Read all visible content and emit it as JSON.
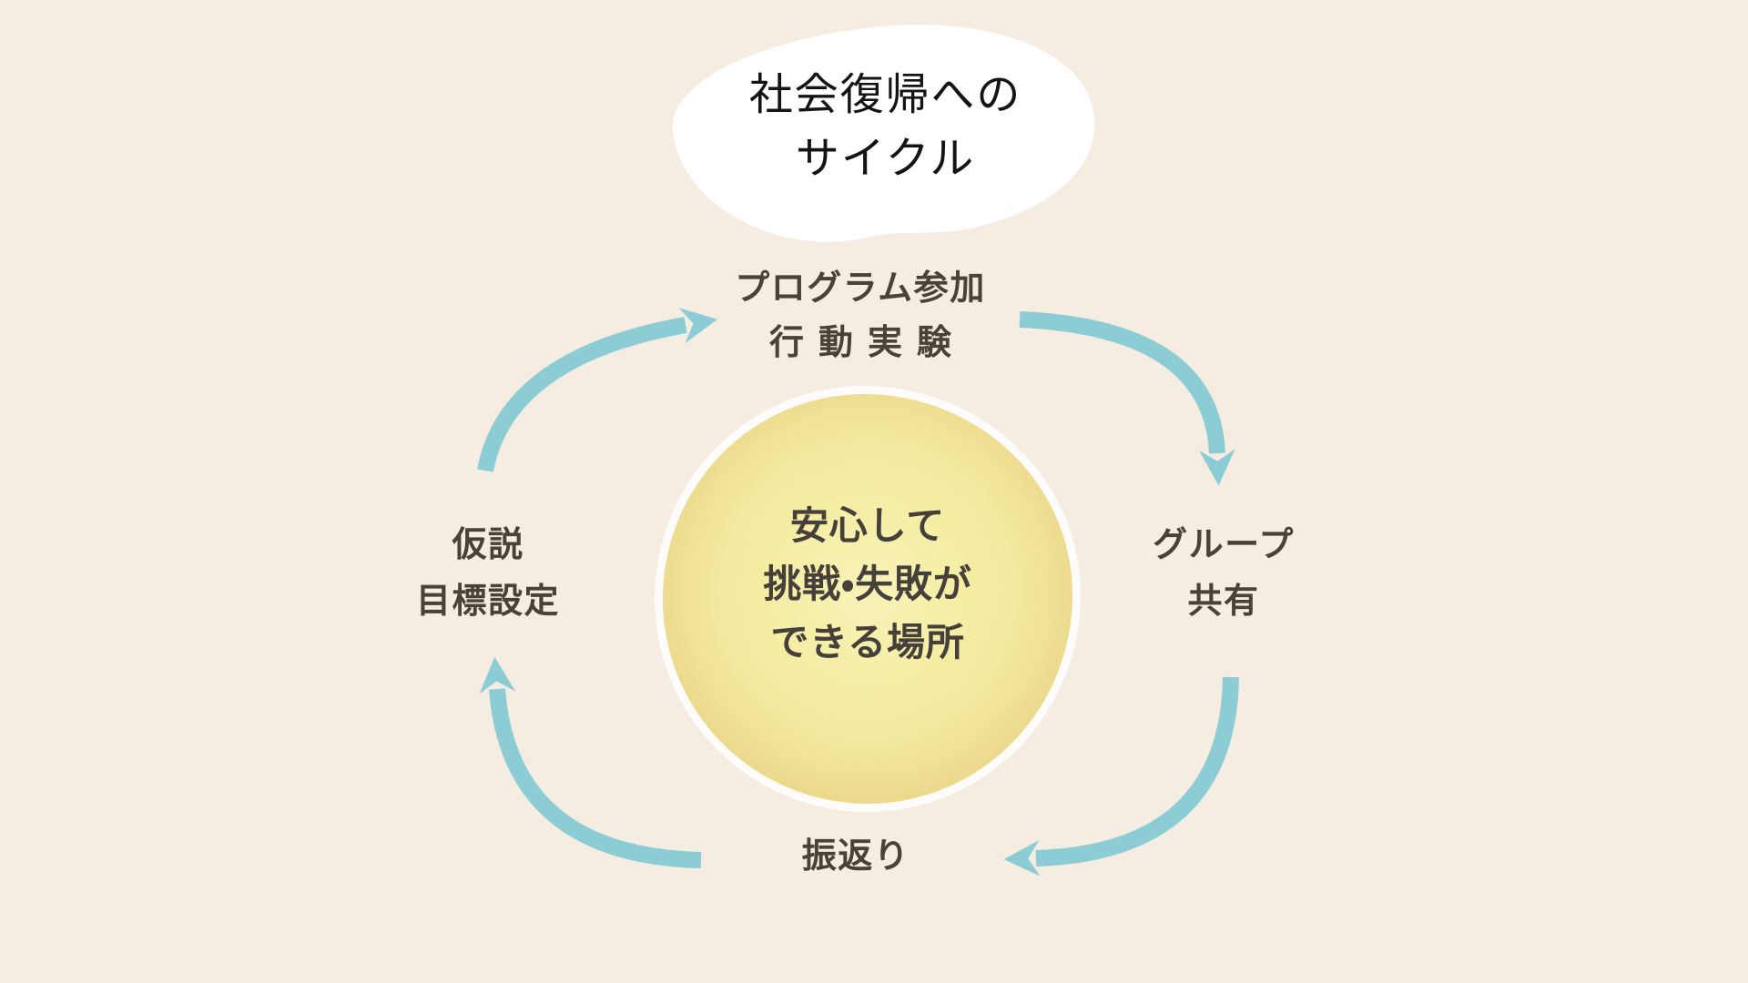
{
  "diagram": {
    "title": {
      "lines": [
        "社会復帰への",
        "サイクル"
      ]
    },
    "center": {
      "lines": [
        "安心して",
        "挑戦・失敗が",
        "できる場所"
      ]
    },
    "steps": [
      {
        "position": "top",
        "lines": [
          "プログラム参加",
          "行動実験"
        ]
      },
      {
        "position": "right",
        "lines": [
          "グループ",
          "共有"
        ]
      },
      {
        "position": "bottom",
        "lines": [
          "振返り"
        ]
      },
      {
        "position": "left",
        "lines": [
          "仮説",
          "目標設定"
        ]
      }
    ],
    "flow_direction": "clockwise"
  },
  "colors": {
    "background": "#f5ece2",
    "bubble": "#ffffff",
    "title_text": "#141414",
    "label_text": "#4a4138",
    "center_text": "#46403a",
    "arrow": "#8ccdd5",
    "circle_outer": "#e7cf7c",
    "circle_inner": "#f7f0ae"
  }
}
